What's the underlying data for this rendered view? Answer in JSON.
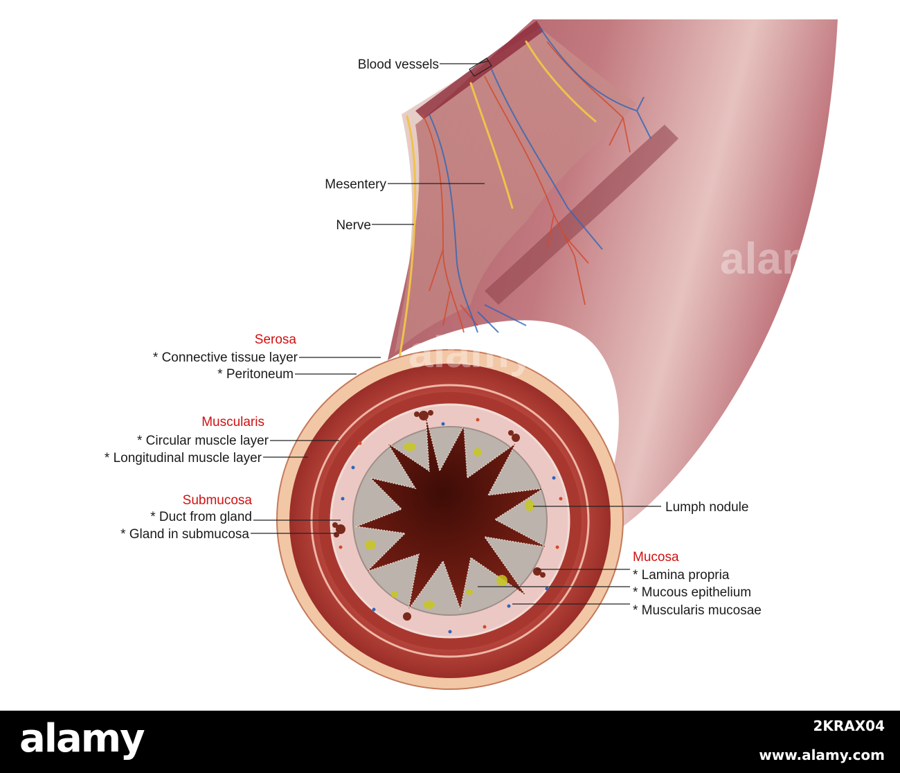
{
  "labels": {
    "blood_vessels": "Blood vessels",
    "mesentery": "Mesentery",
    "nerve": "Nerve",
    "serosa_header": "Serosa",
    "connective_tissue": "* Connective tissue layer",
    "peritoneum": "* Peritoneum",
    "muscularis_header": "Muscularis",
    "circular_muscle": "* Circular muscle layer",
    "longitudinal_muscle": "* Longitudinal muscle layer",
    "submucosa_header": "Submucosa",
    "duct_from_gland": "* Duct from gland",
    "gland_in_submucosa": "* Gland in submucosa",
    "lymph_nodule": "Lumph nodule",
    "mucosa_header": "Mucosa",
    "lamina_propria": "* Lamina propria",
    "mucous_epithelium": "* Mucous epithelium",
    "muscularis_mucosae": "* Muscularis mucosae"
  },
  "watermarks": [
    "alamy",
    "alamy",
    "alamy"
  ],
  "footer": {
    "logo": "alamy",
    "image_id": "2KRAX04",
    "site": "www.alamy.com"
  },
  "colors": {
    "tube": "#b9636c",
    "tube_light": "#e8c0bc",
    "serosa_ring": "#f2c7a6",
    "muscle": "#a9362f",
    "submucosa": "#ecc8c4",
    "lumen": "#6e1a10",
    "mucosa_gray": "#bdb3ad",
    "nodule": "#c8c81e",
    "nerve": "#f0c24a",
    "artery": "#d24a2c",
    "vein": "#2e66b8",
    "header_red": "#d01010"
  }
}
